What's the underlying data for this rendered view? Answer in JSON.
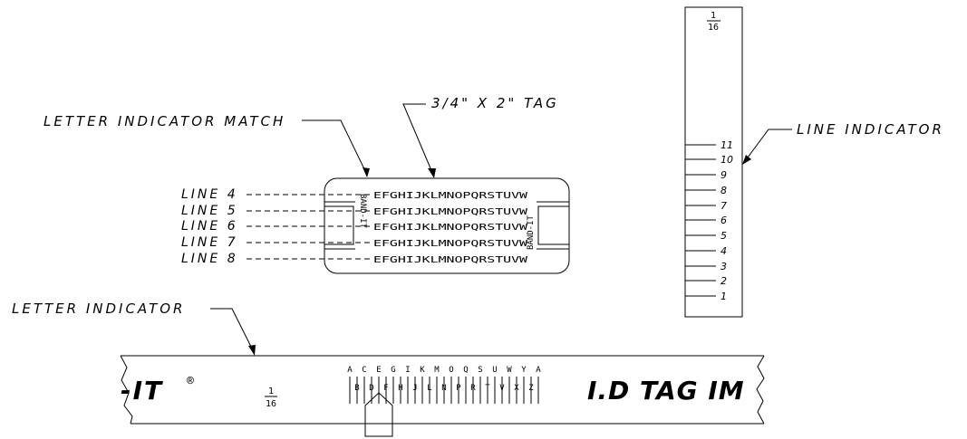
{
  "labels": {
    "letter_indicator_match": "LETTER INDICATOR MATCH",
    "tag_size": "3/4\" X 2\" TAG",
    "line_indicator": "LINE INDICATOR",
    "letter_indicator": "LETTER INDICATOR"
  },
  "tag": {
    "lines": [
      {
        "label": "LINE 4",
        "text": "EFGHIJKLMNOPQRSTUVW"
      },
      {
        "label": "LINE 5",
        "text": "EFGHIJKLMNOPQRSTUVW"
      },
      {
        "label": "LINE 6",
        "text": "EFGHIJKLMNOPQRSTUVW"
      },
      {
        "label": "LINE 7",
        "text": "EFGHIJKLMNOPQRSTUVW"
      },
      {
        "label": "LINE 8",
        "text": "EFGHIJKLMNOPQRSTUVW"
      }
    ],
    "slot_brand_left": "BAND-IT",
    "slot_brand_right": "BAND-IT"
  },
  "ruler": {
    "fraction_num": "1",
    "fraction_den": "16",
    "line_numbers": [
      "11",
      "10",
      "9",
      "8",
      "7",
      "6",
      "5",
      "4",
      "3",
      "2",
      "1"
    ]
  },
  "strip": {
    "brand_left": "-IT",
    "registered_mark": "®",
    "fraction_num": "1",
    "fraction_den": "16",
    "top_letters": [
      "A",
      "C",
      "E",
      "G",
      "I",
      "K",
      "M",
      "O",
      "Q",
      "S",
      "U",
      "W",
      "Y",
      "A"
    ],
    "bottom_letters": [
      "B",
      "D",
      "F",
      "H",
      "J",
      "L",
      "N",
      "P",
      "R",
      "T",
      "V",
      "X",
      "Z"
    ],
    "brand_right": "I.D TAG IM"
  }
}
